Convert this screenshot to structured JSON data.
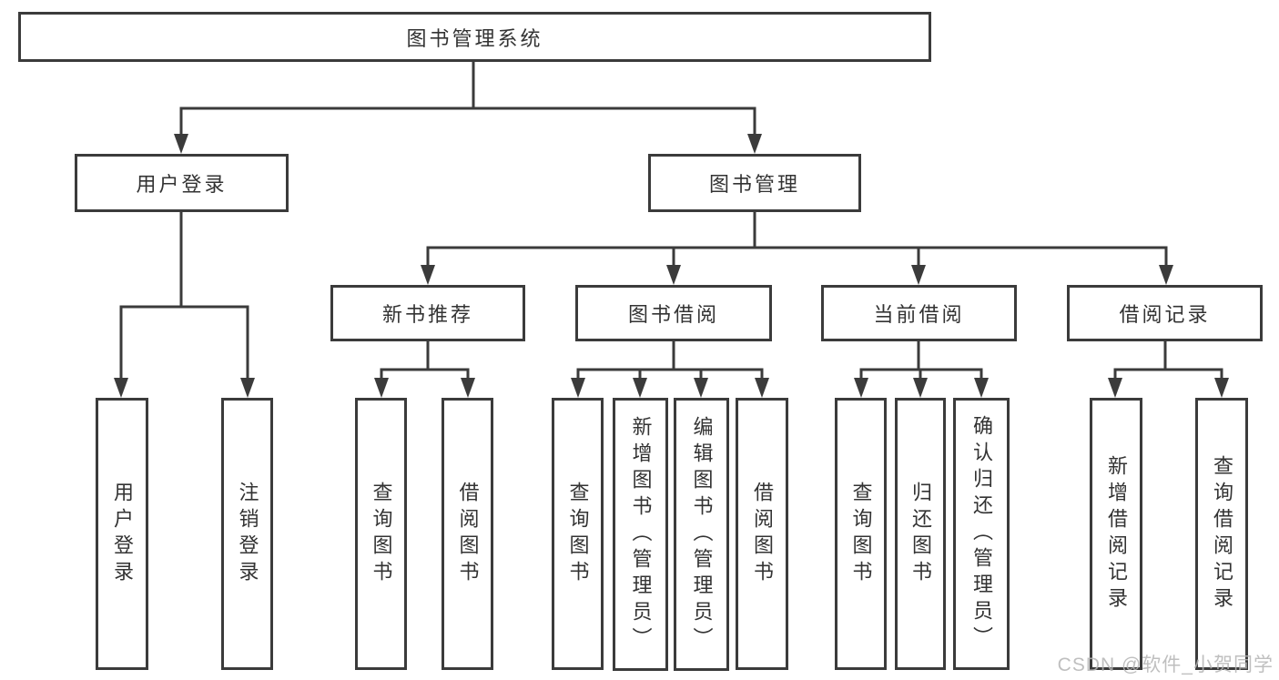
{
  "diagram": {
    "root": {
      "label": "图书管理系统"
    },
    "branches": [
      {
        "label": "用户登录",
        "children": [
          {
            "label": "用户登录"
          },
          {
            "label": "注销登录"
          }
        ]
      },
      {
        "label": "图书管理",
        "children": [
          {
            "label": "新书推荐",
            "children": [
              {
                "label": "查询图书"
              },
              {
                "label": "借阅图书"
              }
            ]
          },
          {
            "label": "图书借阅",
            "children": [
              {
                "label": "查询图书"
              },
              {
                "label": "新增图书（管理员）"
              },
              {
                "label": "编辑图书（管理员）"
              },
              {
                "label": "借阅图书"
              }
            ]
          },
          {
            "label": "当前借阅",
            "children": [
              {
                "label": "查询图书"
              },
              {
                "label": "归还图书"
              },
              {
                "label": "确认归还（管理员）"
              }
            ]
          },
          {
            "label": "借阅记录",
            "children": [
              {
                "label": "新增借阅记录"
              },
              {
                "label": "查询借阅记录"
              }
            ]
          }
        ]
      }
    ]
  },
  "watermark": {
    "text": "CSDN @软件_小贺同学"
  },
  "colors": {
    "line": "#3b3b3b",
    "text": "#333333",
    "watermark": "#b5b5b5",
    "background": "#ffffff"
  }
}
